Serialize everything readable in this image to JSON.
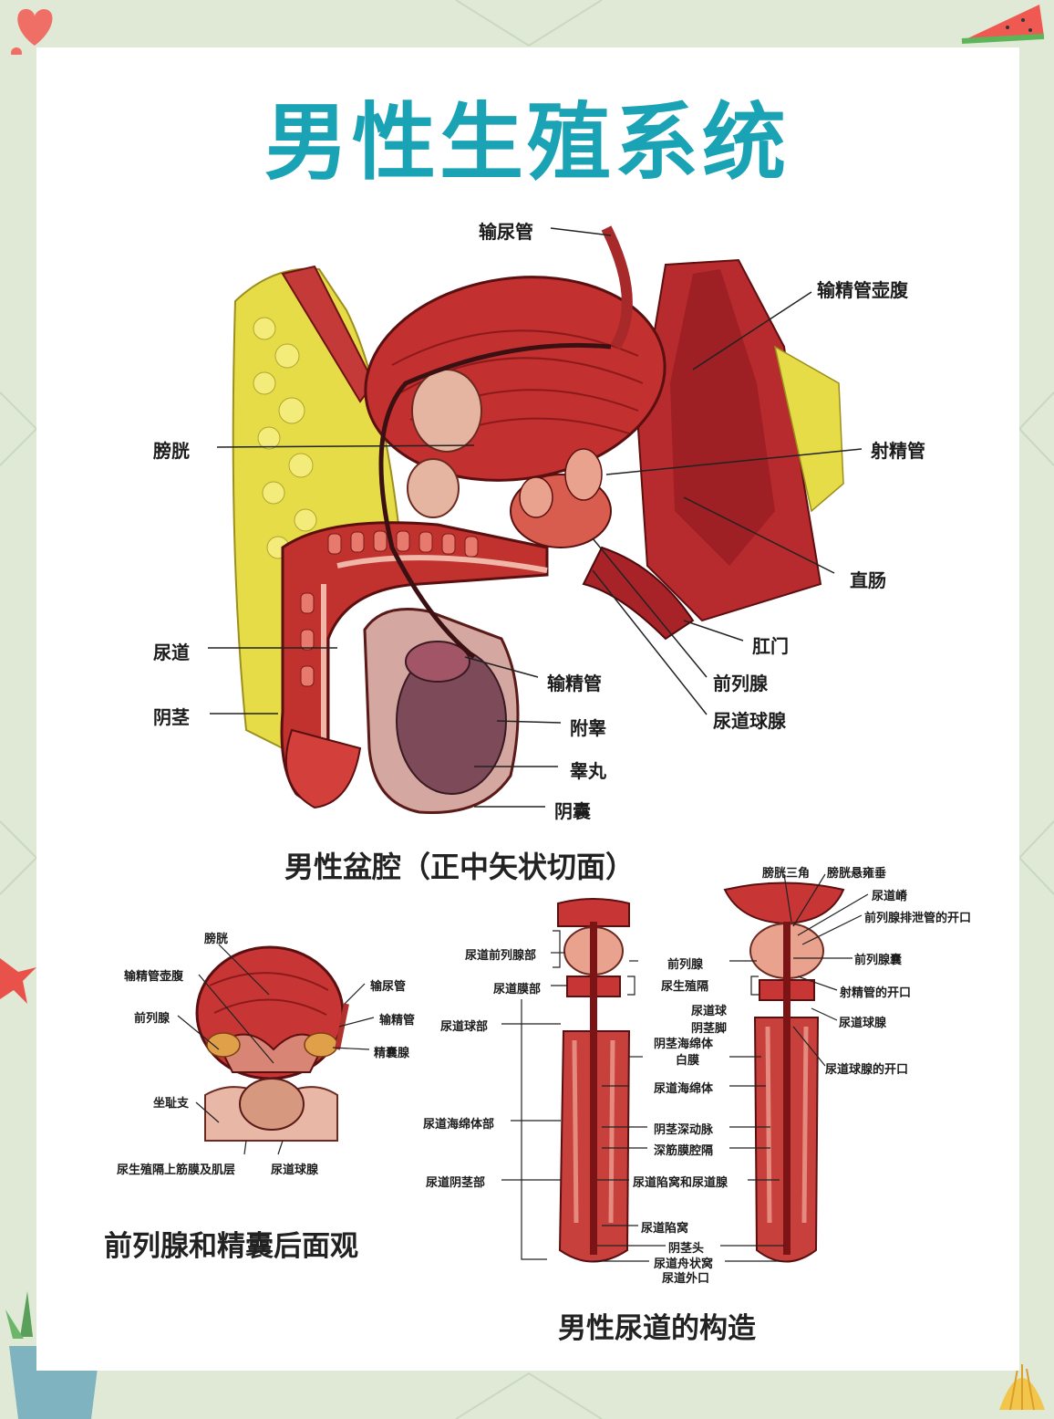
{
  "title": "男性生殖系统",
  "sections": {
    "pelvis_caption": "男性盆腔（正中矢状切面）",
    "prostate_caption": "前列腺和精囊后面观",
    "urethra_caption": "男性尿道的构造"
  },
  "pelvis_labels": {
    "ureter": "输尿管",
    "ampulla": "输精管壶腹",
    "bladder": "膀胱",
    "ejaculatory_duct": "射精管",
    "rectum": "直肠",
    "anus": "肛门",
    "urethra": "尿道",
    "vas_deferens": "输精管",
    "prostate": "前列腺",
    "penis": "阴茎",
    "epididymis": "附睾",
    "bulbourethral_gland": "尿道球腺",
    "testis": "睾丸",
    "scrotum": "阴囊"
  },
  "prostate_labels": {
    "bladder": "膀胱",
    "ampulla": "输精管壶腹",
    "ureter": "输尿管",
    "prostate": "前列腺",
    "vas_deferens": "输精管",
    "seminal_vesicle": "精囊腺",
    "ischial_ramus": "坐耻支",
    "fascia": "尿生殖隔上筋膜及肌层",
    "bulbourethral_gland": "尿道球腺"
  },
  "urethra_labels": {
    "trigone": "膀胱三角",
    "uvula": "膀胱悬雍垂",
    "crest": "尿道嵴",
    "prostatic_openings": "前列腺排泄管的开口",
    "prostatic_part": "尿道前列腺部",
    "prostate": "前列腺",
    "utricle": "前列腺囊",
    "membranous_part": "尿道膜部",
    "urogenital_diaphragm": "尿生殖隔",
    "ejaculatory_opening": "射精管的开口",
    "bulb": "尿道球",
    "bulbourethral_gland": "尿道球腺",
    "bulbous_part": "尿道球部",
    "crus": "阴茎脚",
    "cavernosum": "阴茎海绵体",
    "bulbourethral_opening": "尿道球腺的开口",
    "tunica": "白膜",
    "spongiosum": "尿道海绵体",
    "spongy_part": "尿道海绵体部",
    "deep_artery": "阴茎深动脉",
    "septum": "深筋膜腔隔",
    "penile_part": "尿道阴茎部",
    "lacunae": "尿道陷窝和尿道腺",
    "lacuna": "尿道陷窝",
    "glans": "阴茎头",
    "navicular": "尿道舟状窝",
    "meatus": "尿道外口"
  },
  "colors": {
    "title": "#1aa3b5",
    "background": "#dfe9d6",
    "muscle": "#c8302f",
    "fat": "#e8e04a"
  }
}
